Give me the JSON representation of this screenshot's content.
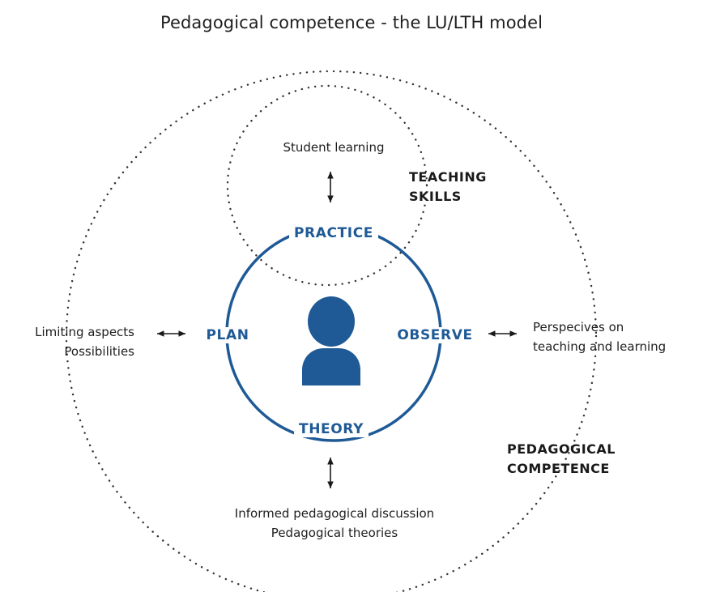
{
  "title": "Pedagogical competence - the LU/LTH model",
  "colors": {
    "accent_blue": "#1f5a96",
    "text_dark": "#1a1a1a",
    "dotted_line": "#333333",
    "background": "#ffffff"
  },
  "cycle": {
    "top": "PRACTICE",
    "right": "OBSERVE",
    "bottom": "THEORY",
    "left": "PLAN",
    "center_icon": "person-icon"
  },
  "regions": {
    "teaching_skills": [
      "TEACHING",
      "SKILLS"
    ],
    "pedagogical_competence": [
      "PEDAGOGICAL",
      "COMPETENCE"
    ]
  },
  "connections": {
    "top": [
      "Student learning"
    ],
    "left": [
      "Limiting aspects",
      "Possibilities"
    ],
    "right": [
      "Perspecives on",
      "teaching and learning"
    ],
    "bottom": [
      "Informed pedagogical discussion",
      "Pedagogical theories"
    ]
  }
}
